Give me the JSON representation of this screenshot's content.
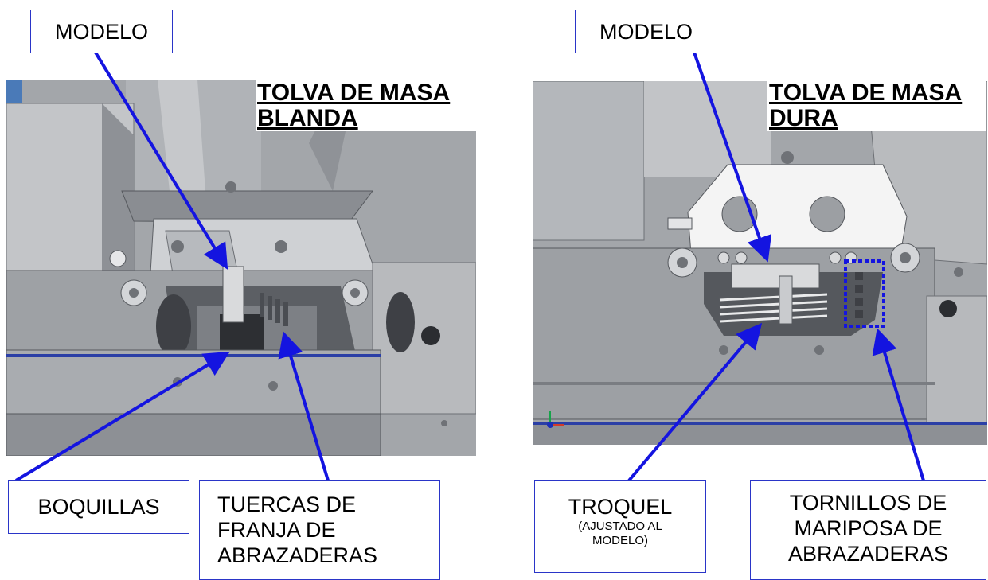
{
  "left_figure": {
    "title_line1": "TOLVA DE MASA",
    "title_line2": "BLANDA",
    "callouts": {
      "modelo": "MODELO",
      "boquillas": "BOQUILLAS",
      "tuercas_line1": "TUERCAS DE",
      "tuercas_line2": "FRANJA DE",
      "tuercas_line3": "ABRAZADERAS"
    }
  },
  "right_figure": {
    "title_line1": "TOLVA DE MASA",
    "title_line2": "DURA",
    "callouts": {
      "modelo": "MODELO",
      "troquel": "TROQUEL",
      "troquel_note_line1": "(AJUSTADO AL",
      "troquel_note_line2": "MODELO)",
      "tornillos_line1": "TORNILLOS DE",
      "tornillos_line2": "MARIPOSA DE",
      "tornillos_line3": "ABRAZADERAS"
    }
  },
  "colors": {
    "arrow": "#1414e0",
    "callout_border": "#2a35c8",
    "metal_light": "#c9cbce",
    "metal_dark": "#7a7d82",
    "plate_white": "#f4f4f4"
  }
}
